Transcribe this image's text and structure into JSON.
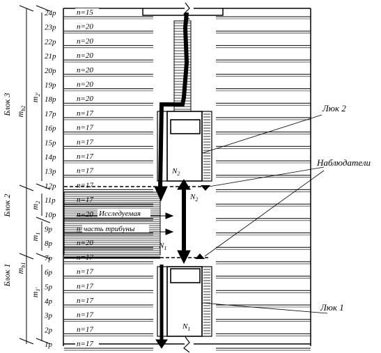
{
  "rows": [
    {
      "label": "24р",
      "n": "n=15"
    },
    {
      "label": "23р",
      "n": "n=20"
    },
    {
      "label": "22р",
      "n": "n=20"
    },
    {
      "label": "21р",
      "n": "n=20"
    },
    {
      "label": "20р",
      "n": "n=20"
    },
    {
      "label": "19р",
      "n": "n=20"
    },
    {
      "label": "18р",
      "n": "n=20"
    },
    {
      "label": "17р",
      "n": "n=17"
    },
    {
      "label": "16р",
      "n": "n=17"
    },
    {
      "label": "15р",
      "n": "n=17"
    },
    {
      "label": "14р",
      "n": "n=17"
    },
    {
      "label": "13р",
      "n": "n=17"
    },
    {
      "label": "12р",
      "n": "n=17"
    },
    {
      "label": "11р",
      "n": "n=17"
    },
    {
      "label": "10р",
      "n": "n=20"
    },
    {
      "label": "9р",
      "n": "n=20"
    },
    {
      "label": "8р",
      "n": "n=20"
    },
    {
      "label": "7р",
      "n": "n=17"
    },
    {
      "label": "6р",
      "n": "n=17"
    },
    {
      "label": "5р",
      "n": "n=17"
    },
    {
      "label": "4р",
      "n": "n=17"
    },
    {
      "label": "3р",
      "n": "n=17"
    },
    {
      "label": "2р",
      "n": "n=17"
    },
    {
      "label": "1р",
      "n": "n=17"
    }
  ],
  "blocks": {
    "block3": "Блок 3",
    "block2": "Блок 2",
    "block1": "Блок 1"
  },
  "dims": {
    "mb2": "m",
    "mb2_sub": "b2",
    "m2prime": "m",
    "m2prime_sub": "2'",
    "m2": "m",
    "m2_sub": "2",
    "m1": "m",
    "m1_sub": "1",
    "mb1": "m",
    "mb1_sub": "b1",
    "m1prime": "m",
    "m1prime_sub": "1'"
  },
  "annotations": {
    "hatch2": "Люк 2",
    "hatch1": "Люк 1",
    "observers": "Наблюдатели",
    "studied": "Исследуемая",
    "studied2": "часть трибуны",
    "n2": "N",
    "n2_sub": "2",
    "n2b": "N",
    "n2b_sub": "2",
    "n1": "N",
    "n1_sub": "1",
    "n1b": "N",
    "n1b_sub": "1"
  }
}
